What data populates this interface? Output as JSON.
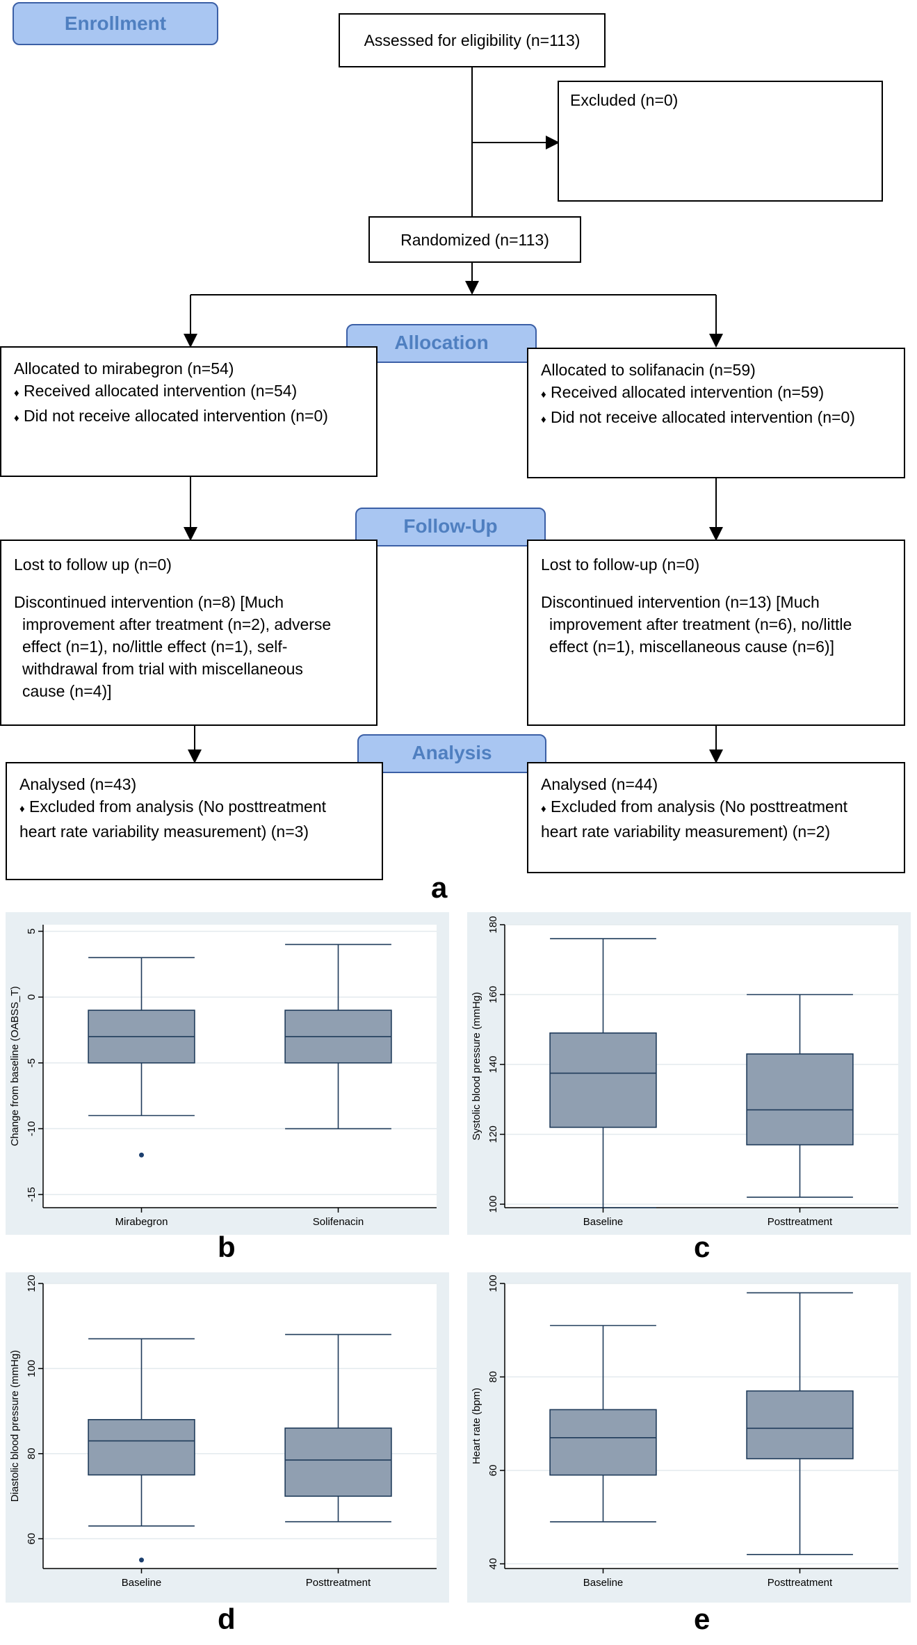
{
  "flow": {
    "stages": {
      "enrollment": "Enrollment",
      "allocation": "Allocation",
      "followup": "Follow-Up",
      "analysis": "Analysis"
    },
    "assessed": "Assessed for eligibility (n=113)",
    "excluded": "Excluded (n=0)",
    "randomized": "Randomized (n=113)",
    "left": {
      "alloc_title": "Allocated to mirabegron (n=54)",
      "alloc_b1": "Received allocated intervention (n=54)",
      "alloc_b2": "Did not receive allocated intervention (n=0)",
      "lost": "Lost to follow up (n=0)",
      "disc_1": "Discontinued intervention (n=8) [Much",
      "disc_2": "improvement after treatment (n=2), adverse",
      "disc_3": "effect (n=1), no/little effect (n=1), self-",
      "disc_4": "withdrawal from trial with miscellaneous",
      "disc_5": "cause (n=4)]",
      "analysed": "Analysed (n=43)",
      "excl_1": "Excluded from analysis (No posttreatment",
      "excl_2": "heart rate variability measurement) (n=3)"
    },
    "right": {
      "alloc_title": "Allocated to solifanacin (n=59)",
      "alloc_b1": "Received allocated intervention (n=59)",
      "alloc_b2": "Did not receive allocated intervention (n=0)",
      "lost": "Lost to follow-up (n=0)",
      "disc_1": "Discontinued intervention (n=13) [Much",
      "disc_2": "improvement after treatment (n=6), no/little",
      "disc_3": "effect (n=1), miscellaneous cause (n=6)]",
      "analysed": "Analysed (n=44)",
      "excl_1": "Excluded from analysis (No posttreatment",
      "excl_2": "heart rate variability measurement) (n=2)"
    },
    "bullet": "♦"
  },
  "panel_letters": {
    "a": "a",
    "b": "b",
    "c": "c",
    "d": "d",
    "e": "e"
  },
  "colors": {
    "box_fill": "#909fb1",
    "box_stroke": "#1f3b5a",
    "panel_bg": "#e8eff3",
    "outlier": "#1c3f6e",
    "stage_fill": "#a9c6f2",
    "stage_text": "#4f7fc0"
  },
  "chart_data": [
    {
      "type": "box",
      "ylabel": "Change from baseline (OABSS_T)",
      "categories": [
        "Mirabegron",
        "Solifenacin"
      ],
      "yticks": [
        5,
        0,
        -5,
        -10,
        -15
      ],
      "ylim": [
        -16,
        5.5
      ],
      "grid": true,
      "boxes": [
        {
          "min": -9,
          "q1": -5,
          "median": -3,
          "q3": -1,
          "max": 3,
          "outliers": [
            -12
          ]
        },
        {
          "min": -10,
          "q1": -5,
          "median": -3,
          "q3": -1,
          "max": 4,
          "outliers": []
        }
      ]
    },
    {
      "type": "box",
      "ylabel": "Systolic blood pressure (mmHg)",
      "categories": [
        "Baseline",
        "Posttreatment"
      ],
      "yticks": [
        100,
        120,
        140,
        160,
        180
      ],
      "ylim": [
        99,
        180
      ],
      "grid": true,
      "boxes": [
        {
          "min": 99,
          "q1": 122,
          "median": 137.5,
          "q3": 149,
          "max": 176,
          "outliers": []
        },
        {
          "min": 102,
          "q1": 117,
          "median": 127,
          "q3": 143,
          "max": 160,
          "outliers": []
        }
      ]
    },
    {
      "type": "box",
      "ylabel": "Diastolic blood pressure (mmHg)",
      "categories": [
        "Baseline",
        "Posttreatment"
      ],
      "yticks": [
        60,
        80,
        100,
        120
      ],
      "ylim": [
        53,
        120
      ],
      "grid": true,
      "boxes": [
        {
          "min": 63,
          "q1": 75,
          "median": 83,
          "q3": 88,
          "max": 107,
          "outliers": [
            55
          ]
        },
        {
          "min": 64,
          "q1": 70,
          "median": 78.5,
          "q3": 86,
          "max": 108,
          "outliers": []
        }
      ]
    },
    {
      "type": "box",
      "ylabel": "Heart rate (bpm)",
      "categories": [
        "Baseline",
        "Posttreatment"
      ],
      "yticks": [
        40,
        60,
        80,
        100
      ],
      "ylim": [
        39,
        100
      ],
      "grid": true,
      "boxes": [
        {
          "min": 49,
          "q1": 59,
          "median": 67,
          "q3": 73,
          "max": 91,
          "outliers": []
        },
        {
          "min": 42,
          "q1": 62.5,
          "median": 69,
          "q3": 77,
          "max": 98,
          "outliers": []
        }
      ]
    }
  ]
}
